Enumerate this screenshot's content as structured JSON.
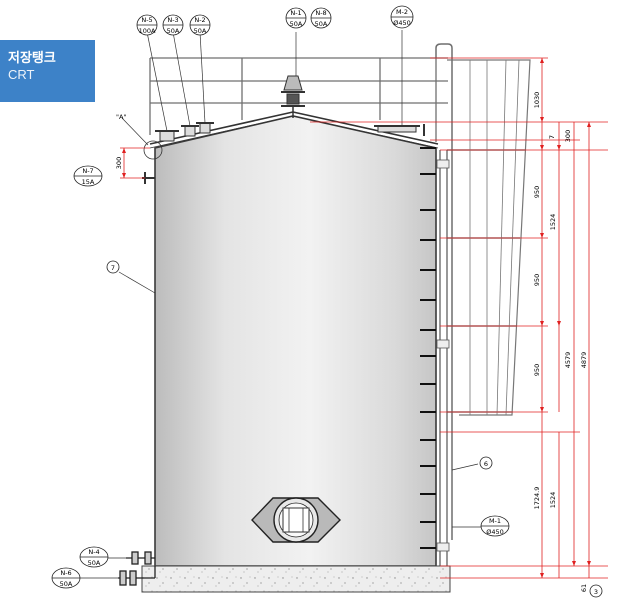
{
  "label": {
    "korean": "저장탱크",
    "english": "CRT"
  },
  "nozzles": {
    "n5": {
      "id": "N-5",
      "size": "100A"
    },
    "n3": {
      "id": "N-3",
      "size": "50A"
    },
    "n2": {
      "id": "N-2",
      "size": "50A"
    },
    "n1_top": {
      "id": "N-1",
      "size": "50A"
    },
    "n8": {
      "id": "N-8",
      "size": "50A"
    },
    "m2": {
      "id": "M-2",
      "size": "Ø450"
    },
    "n7": {
      "id": "N-7",
      "size": "15A"
    },
    "n4": {
      "id": "N-4",
      "size": "50A"
    },
    "n6": {
      "id": "N-6",
      "size": "50A"
    },
    "m1": {
      "id": "M-1",
      "size": "Ø450"
    }
  },
  "callouts": {
    "detail_a": "\"A\"",
    "item7": "7",
    "item6": "6",
    "item3": "3"
  },
  "dimensions": {
    "d300_left": "300",
    "d1030": "1030",
    "d7": "7",
    "d300_right": "300",
    "d950_a": "950",
    "d1524_a": "1524",
    "d950_b": "950",
    "d950_c": "950",
    "d4579": "4579",
    "d4879": "4879",
    "d1724_9": "1724.9",
    "d1524_b": "1524",
    "d61": "61"
  }
}
